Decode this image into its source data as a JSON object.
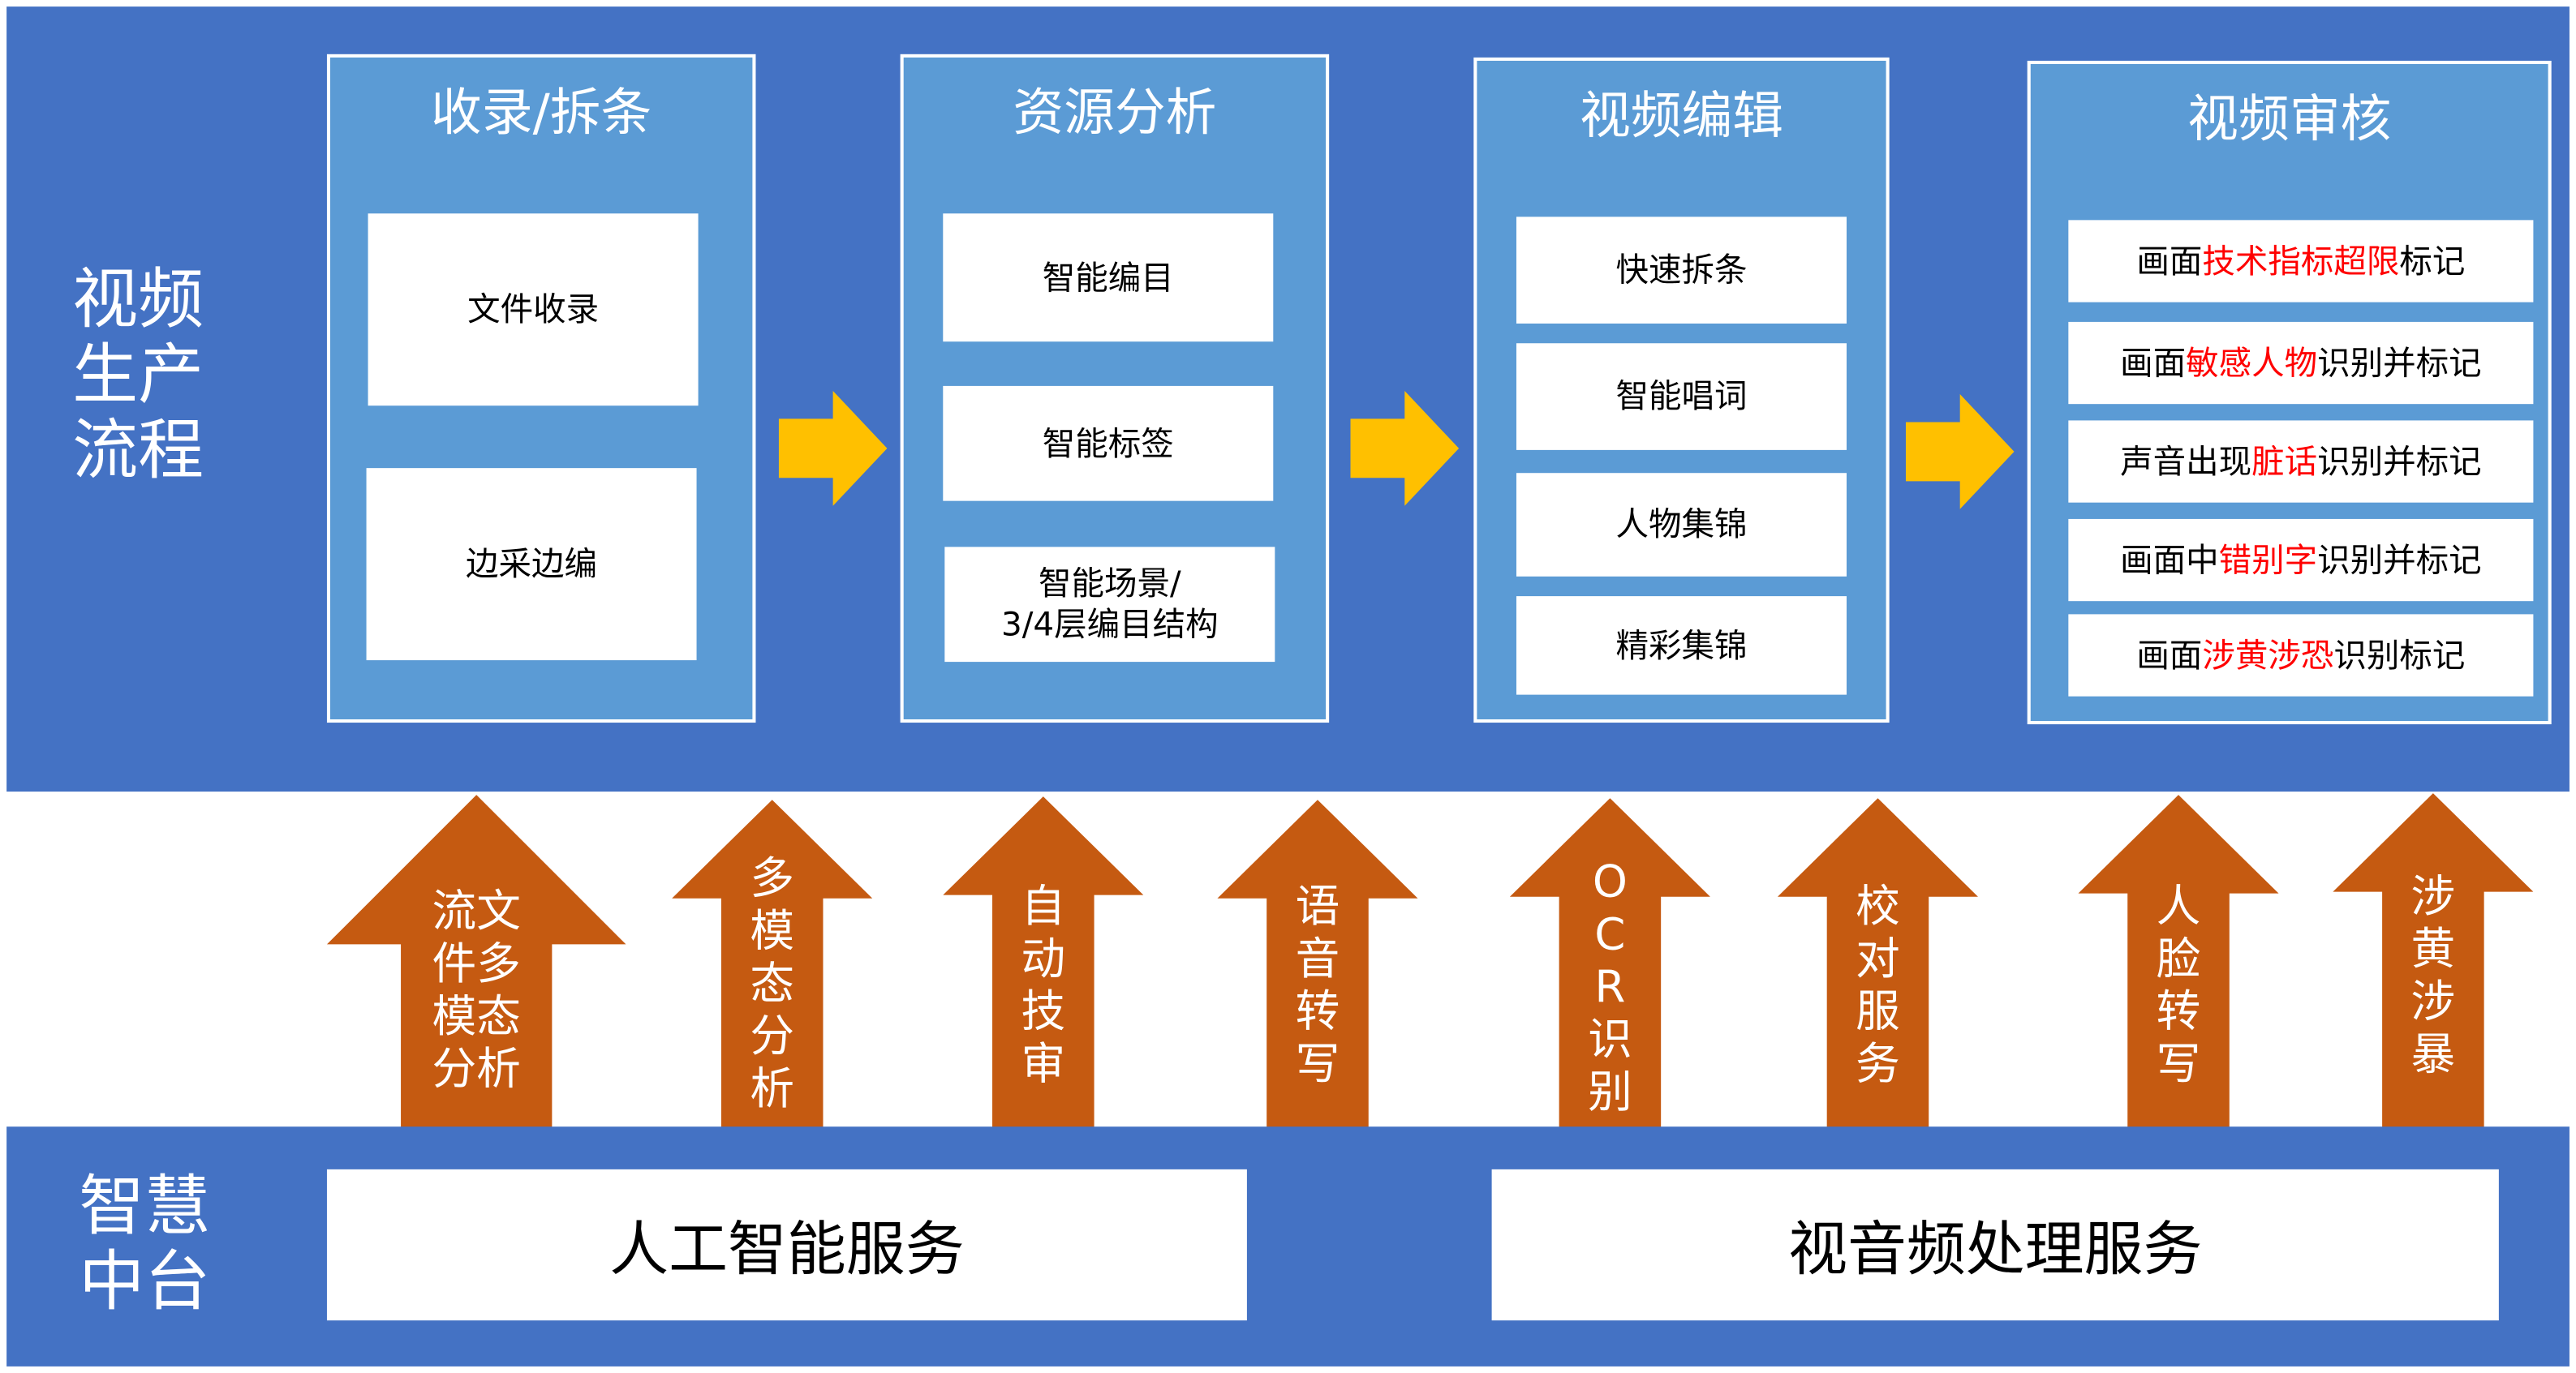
{
  "colors": {
    "band": "#4472C4",
    "stage": "#5B9BD5",
    "flow_arrow": "#FFC000",
    "service_arrow": "#C55A11",
    "highlight": "#FF0000"
  },
  "production": {
    "label": "视频\n生产\n流程",
    "stages": [
      {
        "title": "收录/拆条",
        "items": [
          "文件收录",
          "边采边编"
        ]
      },
      {
        "title": "资源分析",
        "items": [
          "智能编目",
          "智能标签",
          "智能场景/\n3/4层编目结构"
        ]
      },
      {
        "title": "视频编辑",
        "items": [
          "快速拆条",
          "智能唱词",
          "人物集锦",
          "精彩集锦"
        ]
      },
      {
        "title": "视频审核",
        "items": [
          {
            "pre": "画面",
            "hl": "技术指标超限",
            "post": "标记"
          },
          {
            "pre": "画面",
            "hl": "敏感人物",
            "post": "识别并标记"
          },
          {
            "pre": "声音出现",
            "hl": "脏话",
            "post": "识别并标记"
          },
          {
            "pre": "画面中",
            "hl": "错别字",
            "post": "识别并标记"
          },
          {
            "pre": "画面",
            "hl": "涉黄涉恐",
            "post": "识别标记"
          }
        ]
      }
    ]
  },
  "service_arrows": [
    "流文\n件多\n模态\n分析",
    "多\n模\n态\n分\n析",
    "自\n动\n技\n审",
    "语\n音\n转\n写",
    "O\nC\nR\n识\n别",
    "校\n对\n服\n务",
    "人\n脸\n转\n写",
    "涉\n黄\n涉\n暴"
  ],
  "platform": {
    "label": "智慧\n中台",
    "services": [
      "人工智能服务",
      "视音频处理服务"
    ]
  }
}
